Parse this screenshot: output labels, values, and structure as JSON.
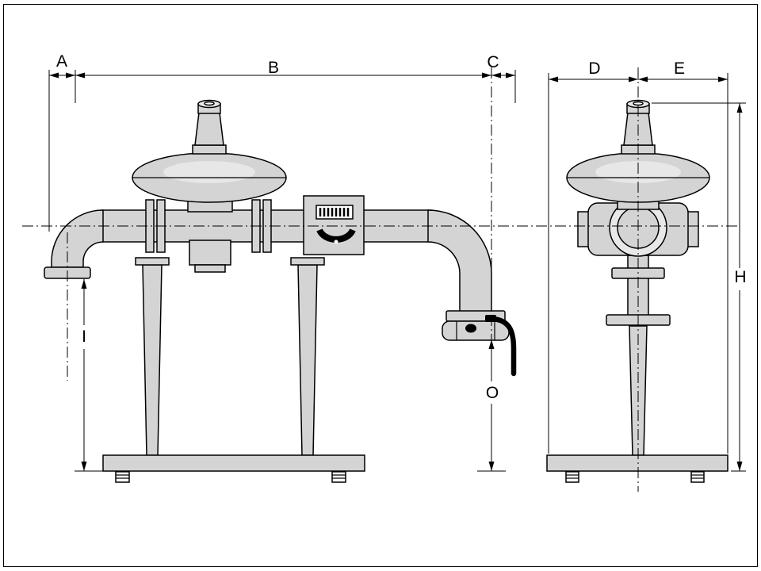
{
  "diagram": {
    "labels": {
      "A": "A",
      "B": "B",
      "C": "C",
      "D": "D",
      "E": "E",
      "H": "H",
      "I": "I",
      "O": "O"
    },
    "colors": {
      "line": "#000000",
      "fill": "#d4d4d4",
      "fill_light": "#e8e8e8",
      "background": "#ffffff"
    }
  }
}
